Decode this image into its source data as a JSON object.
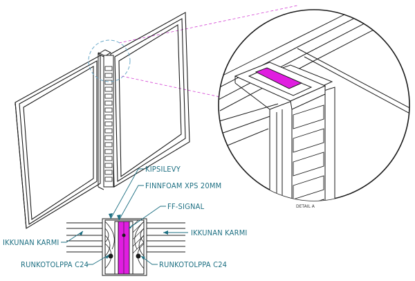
{
  "labels": {
    "kipsilevy": "KIPSILEVY",
    "finnfoam": "FINNFOAM XPS 20MM",
    "ff_signal": "FF-SIGNAL",
    "ikkunan_karmi_left": "IKKUNAN KARMI",
    "ikkunan_karmi_right": "IKKUNAN KARMI",
    "runkotolppa_left": "RUNKOTOLPPA C24",
    "runkotolppa_right": "RUNKOTOLPPA C24",
    "detail_a": "DETAIL A"
  },
  "colors": {
    "line": "#1a1a1a",
    "leader": "#1d6f82",
    "magenta": "#e01ee0",
    "dash_circle": "#6aa9c9",
    "projection": "#d23cd2"
  }
}
